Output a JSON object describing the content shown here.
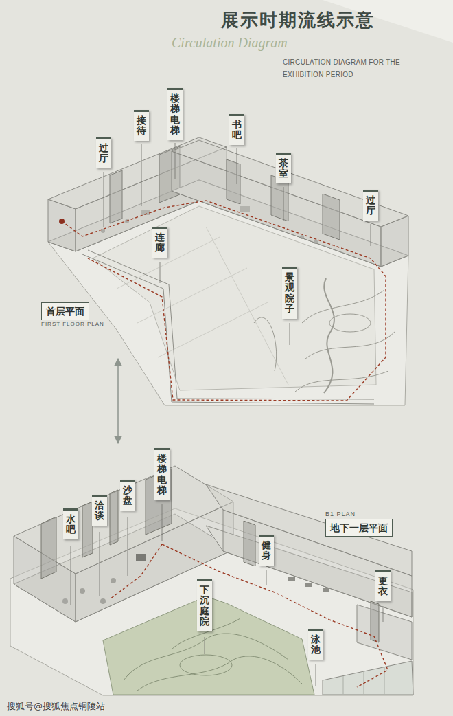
{
  "diagram": {
    "title": "展示时期流线示意",
    "nodes": [
      {
        "text": [
          "过厅"
        ]
      },
      {
        "text": [
          "接待"
        ]
      },
      {
        "text": [
          "楼梯电梯"
        ]
      },
      {
        "text": [
          "书吧"
        ]
      },
      {
        "text": [
          "茶室"
        ]
      },
      {
        "text": [
          "过厅"
        ]
      },
      {
        "text": [
          "连廊"
        ]
      },
      {
        "text": [
          "景观院子"
        ]
      },
      {
        "text": [
          "首层平面",
          "FIRST FLOOR PLAN"
        ]
      },
      {
        "text": [
          "楼梯电梯"
        ]
      },
      {
        "text": [
          "沙盘"
        ]
      },
      {
        "text": [
          "洽谈"
        ]
      },
      {
        "text": [
          "水吧"
        ]
      },
      {
        "text": [
          "B1 PLAN",
          "地下一层平面"
        ]
      },
      {
        "text": [
          "健身"
        ]
      },
      {
        "text": [
          "下沉庭院"
        ]
      },
      {
        "text": [
          "更衣"
        ]
      },
      {
        "text": [
          "泳池"
        ]
      }
    ],
    "labels": [
      "Circulation Diagram",
      "CIRCULATION DIAGRAM FOR THE EXHIBITION PERIOD",
      "搜狐号@搜狐焦点铜陵站"
    ]
  }
}
